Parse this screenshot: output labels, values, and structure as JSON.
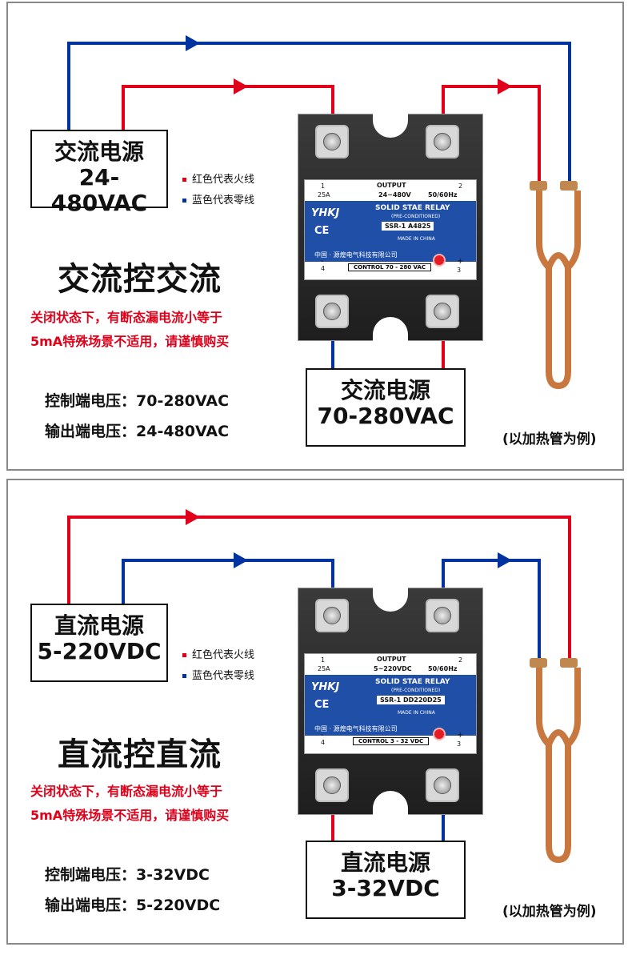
{
  "colors": {
    "live": "#e0001a",
    "neutral": "#0033a0",
    "copper": "#c8773e"
  },
  "panels": [
    {
      "source_box": {
        "line1": "交流电源",
        "line2": "24-480VAC"
      },
      "legend": {
        "red": "红色代表火线",
        "blue": "蓝色代表零线"
      },
      "title": "交流控交流",
      "warning": [
        "关闭状态下，有断态漏电流小等于",
        "5mA特殊场景不适用，请谨慎购买"
      ],
      "specs": [
        "控制端电压：70-280VAC",
        "输出端电压：24-480VAC"
      ],
      "control_box": {
        "line1": "交流电源",
        "line2": "70-280VAC"
      },
      "example": "(以加热管为例)",
      "relay": {
        "terminal_1": "1",
        "terminal_2": "2",
        "terminal_3": "3",
        "terminal_4": "4",
        "output": "OUTPUT",
        "current": "25A",
        "rating": "24~480V",
        "freq": "50/60Hz",
        "brand": "YHKJ",
        "ce": "CE",
        "name": "SOLID STAE RELAY",
        "pre": "(PRE-CONDITIONED)",
        "model": "SSR-1 A4825",
        "made": "MADE IN CHINA",
        "company": "中国 · 源煌电气科技有限公司",
        "control": "CONTROL 70 - 280 VAC",
        "minus": "-",
        "plus": "+"
      }
    },
    {
      "source_box": {
        "line1": "直流电源",
        "line2": "5-220VDC"
      },
      "legend": {
        "red": "红色代表火线",
        "blue": "蓝色代表零线"
      },
      "title": "直流控直流",
      "warning": [
        "关闭状态下，有断态漏电流小等于",
        "5mA特殊场景不适用，请谨慎购买"
      ],
      "specs": [
        "控制端电压：3-32VDC",
        "输出端电压：5-220VDC"
      ],
      "control_box": {
        "line1": "直流电源",
        "line2": "3-32VDC"
      },
      "example": "(以加热管为例)",
      "relay": {
        "terminal_1": "1",
        "terminal_2": "2",
        "terminal_3": "3",
        "terminal_4": "4",
        "output": "OUTPUT",
        "current": "25A",
        "rating": "5~220VDC",
        "freq": "50/60Hz",
        "brand": "YHKJ",
        "ce": "CE",
        "name": "SOLID STAE RELAY",
        "pre": "(PRE-CONDITIONED)",
        "model": "SSR-1 DD220D25",
        "made": "MADE IN CHINA",
        "company": "中国 · 源煌电气科技有限公司",
        "control": "CONTROL 3 - 32 VDC",
        "minus": "-",
        "plus": "+"
      }
    }
  ]
}
